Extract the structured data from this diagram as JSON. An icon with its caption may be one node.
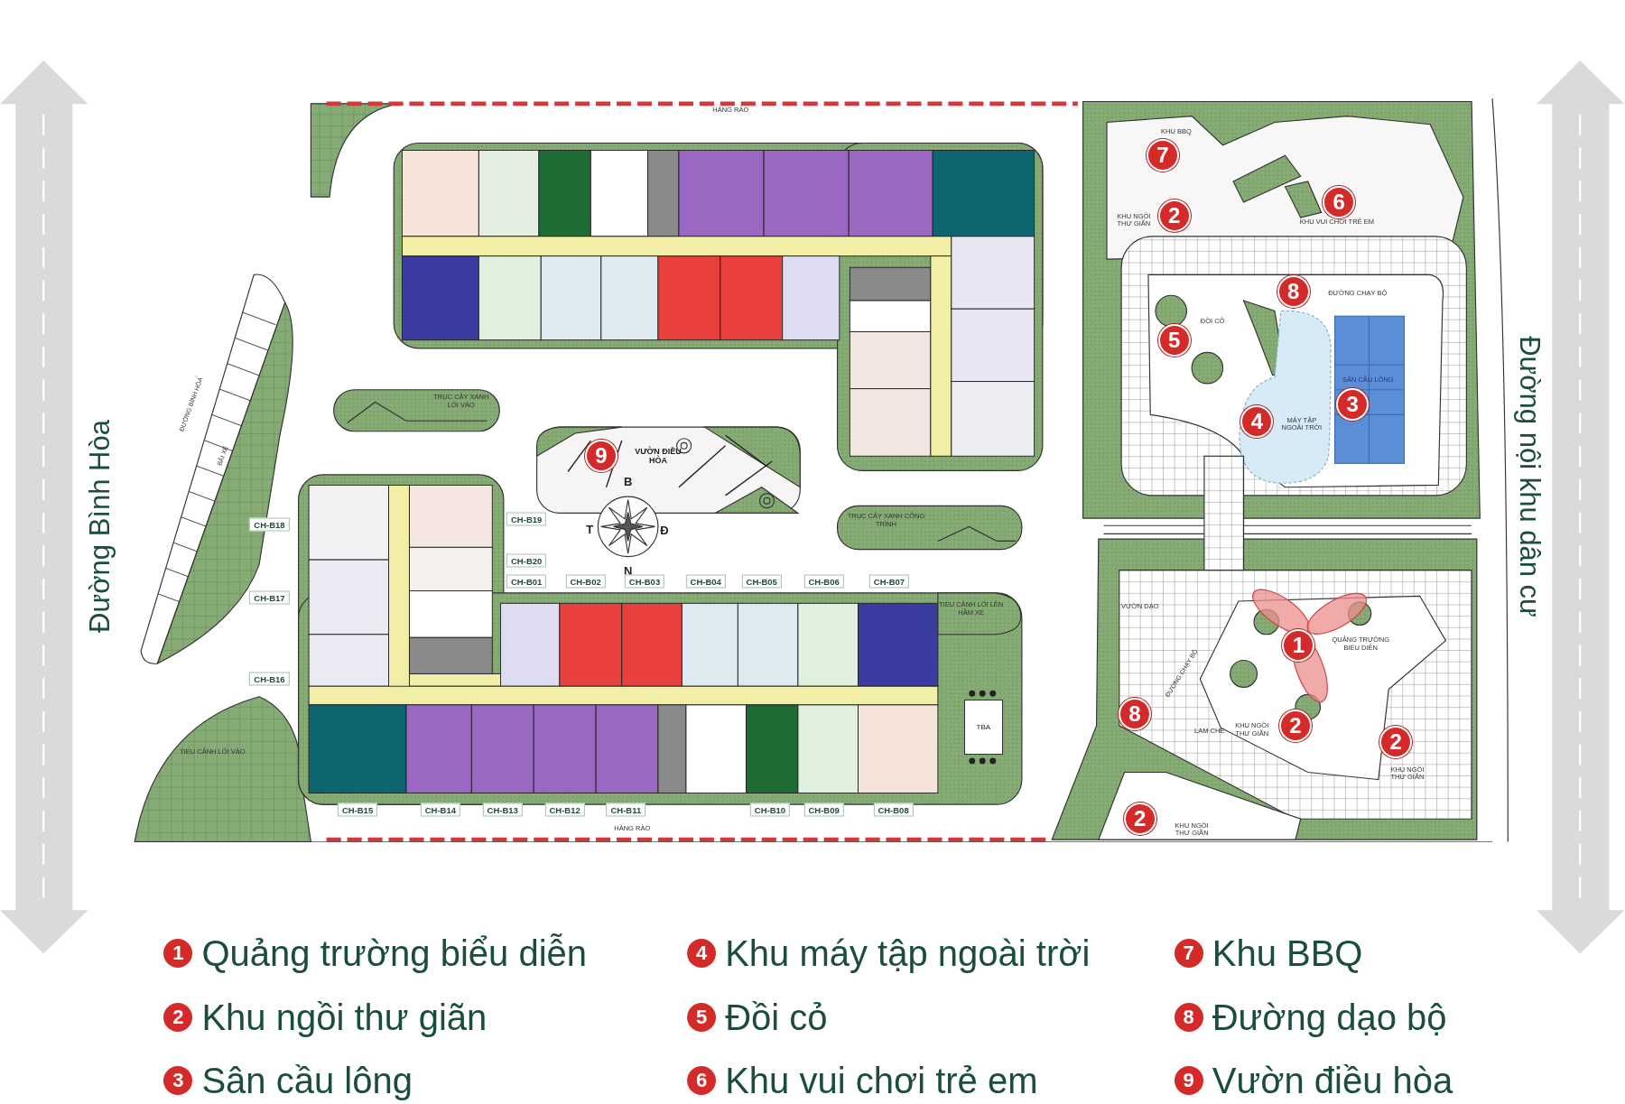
{
  "diagram": {
    "nodes": [
      {
        "text": [
          "7"
        ],
        "beside": [
          "KHU BBQ"
        ]
      },
      {
        "text": [
          "2"
        ],
        "beside": [
          "KHU NGỒI THƯ GIÃN"
        ]
      },
      {
        "text": [
          "6"
        ],
        "beside": [
          "KHU VUI CHƠI TRẺ EM"
        ]
      },
      {
        "text": [
          "8"
        ],
        "beside": [
          "ĐƯỜNG CHẠY BỘ"
        ]
      },
      {
        "text": [
          "5"
        ],
        "beside": [
          "ĐỒI CỎ"
        ]
      },
      {
        "text": [
          "4"
        ],
        "beside": [
          "MÁY TẬP NGOÀI TRỜI"
        ]
      },
      {
        "text": [
          "3"
        ],
        "beside": [
          "SÂN CẦU LÔNG"
        ]
      },
      {
        "text": [
          "9"
        ],
        "beside": [
          "VƯỜN ĐIỀU HÒA"
        ]
      },
      {
        "text": [
          "1"
        ],
        "beside": [
          "QUẢNG TRƯỜNG BIỂU DIỄN"
        ]
      },
      {
        "text": [
          "8"
        ]
      },
      {
        "text": [
          "2"
        ],
        "beside": [
          "KHU NGỒI THƯ GIÃN"
        ]
      },
      {
        "text": [
          "2"
        ],
        "beside": [
          "KHU NGỒI THƯ GIÃN"
        ]
      },
      {
        "text": [
          "2"
        ],
        "beside": [
          "KHU NGỒI THƯ GIÃN"
        ]
      },
      {
        "text": [
          "CH-B18"
        ]
      },
      {
        "text": [
          "CH-B19"
        ]
      },
      {
        "text": [
          "CH-B20"
        ]
      },
      {
        "text": [
          "CH-B17"
        ]
      },
      {
        "text": [
          "CH-B01"
        ]
      },
      {
        "text": [
          "CH-B02"
        ]
      },
      {
        "text": [
          "CH-B03"
        ]
      },
      {
        "text": [
          "CH-B04"
        ]
      },
      {
        "text": [
          "CH-B05"
        ]
      },
      {
        "text": [
          "CH-B06"
        ]
      },
      {
        "text": [
          "CH-B07"
        ]
      },
      {
        "text": [
          "CH-B16"
        ]
      },
      {
        "text": [
          "CH-B15"
        ]
      },
      {
        "text": [
          "CH-B14"
        ]
      },
      {
        "text": [
          "CH-B13"
        ]
      },
      {
        "text": [
          "CH-B12"
        ]
      },
      {
        "text": [
          "CH-B11"
        ]
      },
      {
        "text": [
          "CH-B10"
        ]
      },
      {
        "text": [
          "CH-B09"
        ]
      },
      {
        "text": [
          "CH-B08"
        ]
      },
      {
        "text": [
          "TBA"
        ]
      },
      {
        "text": [
          "1"
        ],
        "beside": [
          "Quảng trường biểu diễn"
        ]
      },
      {
        "text": [
          "4"
        ],
        "beside": [
          "Khu máy tập ngoài trời"
        ]
      },
      {
        "text": [
          "7"
        ],
        "beside": [
          "Khu BBQ"
        ]
      },
      {
        "text": [
          "2"
        ],
        "beside": [
          "Khu ngồi thư giãn"
        ]
      },
      {
        "text": [
          "5"
        ],
        "beside": [
          "Đồi cỏ"
        ]
      },
      {
        "text": [
          "8"
        ],
        "beside": [
          "Đường dạo bộ"
        ]
      },
      {
        "text": [
          "3"
        ],
        "beside": [
          "Sân cầu lông"
        ]
      },
      {
        "text": [
          "6"
        ],
        "beside": [
          "Khu vui chơi trẻ em"
        ]
      },
      {
        "text": [
          "9"
        ],
        "beside": [
          "Vườn điều hòa"
        ]
      }
    ],
    "labels": [
      "HÀNG RÀO",
      "Đường nội khu dân cư",
      "Đường Bình Hòa",
      "TRỤC CÂY XANH LỐI VÀO",
      "ĐƯỜNG BÌNH HÒA",
      "BÃI XE",
      "B",
      "T",
      "Đ",
      "N",
      "TRỤC CÂY XANH CÔNG TRÌNH",
      "TIỂU CẢNH LỐI LÊN HẦM XE",
      "VƯỜN DẠO",
      "ĐƯỜNG CHẠY BỘ",
      "LAM CHE",
      "TIỂU CẢNH LỐI VÀO",
      "HÀNG RÀO"
    ]
  }
}
